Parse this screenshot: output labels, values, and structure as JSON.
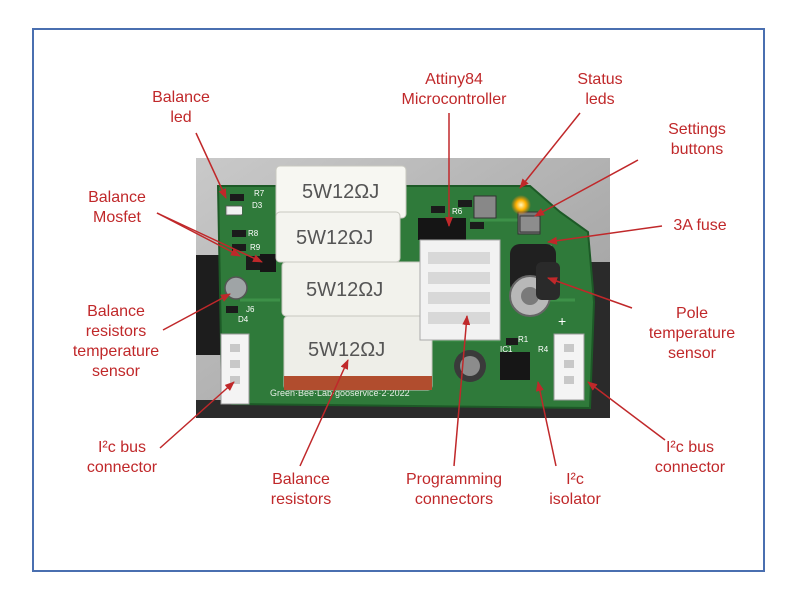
{
  "resistor_marking": "5W12ΩJ",
  "silkscreen": {
    "refs": [
      "R7",
      "D3",
      "R8",
      "R9",
      "J6",
      "D4",
      "R6",
      "R1",
      "IC1",
      "R4"
    ],
    "footer": "Green·Bee·Lab·gooservice·2·2022"
  },
  "labels": {
    "balance_led": "Balance\nled",
    "balance_mosfet": "Balance\nMosfet",
    "balance_resistors_temperature_sensor": "Balance\nresistors\ntemperature\nsensor",
    "i2c_bus_connector_left": "I²c bus\nconnector",
    "balance_resistors": "Balance\nresistors",
    "attiny84_microcontroller": "Attiny84\nMicrocontroller",
    "programming_connectors": "Programming\nconnectors",
    "i2c_isolator": "I²c\nisolator",
    "status_leds": "Status\nleds",
    "settings_buttons": "Settings\nbuttons",
    "fuse_3a": "3A fuse",
    "pole_temperature_sensor": "Pole\ntemperature\nsensor",
    "i2c_bus_connector_right": "I²c bus\nconnector"
  },
  "colors": {
    "label_text": "#c0282a",
    "arrow": "#c0282a",
    "frame_border": "#4a6fb0",
    "pcb_green": "#2f7a3a",
    "status_led_glow": "#ffb000"
  }
}
